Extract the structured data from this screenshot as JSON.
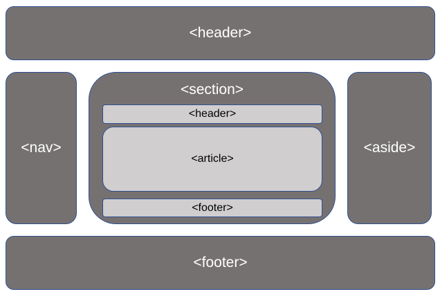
{
  "diagram": {
    "header": {
      "label": "<header>"
    },
    "nav": {
      "label": "<nav>"
    },
    "section": {
      "label": "<section>",
      "header": {
        "label": "<header>"
      },
      "article": {
        "label": "<article>"
      },
      "footer": {
        "label": "<footer>"
      }
    },
    "aside": {
      "label": "<aside>"
    },
    "footer": {
      "label": "<footer>"
    }
  },
  "colors": {
    "outer_fill": "#767171",
    "inner_fill": "#d0cece",
    "border": "#2f4f8f",
    "outer_text": "#ffffff",
    "inner_text": "#000000"
  }
}
